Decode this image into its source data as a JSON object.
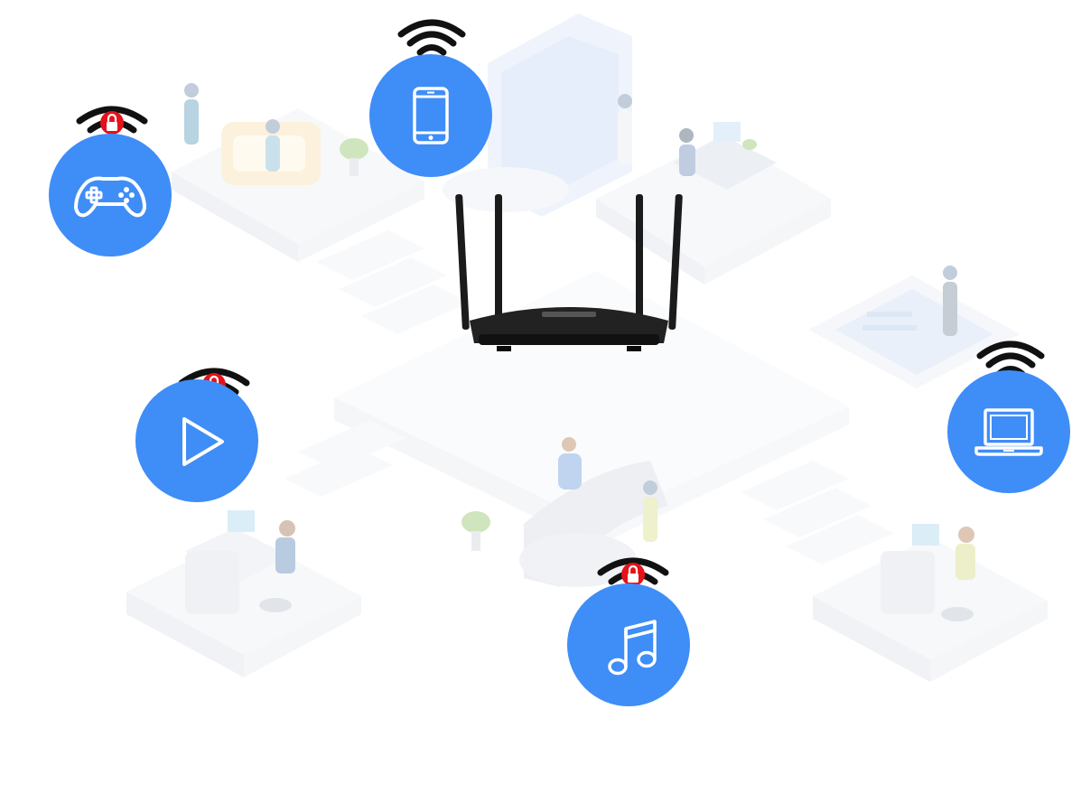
{
  "router": {
    "name": "wifi-router"
  },
  "devices": [
    {
      "id": "game",
      "icon": "gamepad-icon",
      "secured": true
    },
    {
      "id": "phone",
      "icon": "smartphone-icon",
      "secured": false
    },
    {
      "id": "laptop",
      "icon": "laptop-icon",
      "secured": false
    },
    {
      "id": "video",
      "icon": "play-icon",
      "secured": true
    },
    {
      "id": "music",
      "icon": "music-note-icon",
      "secured": true
    }
  ],
  "colors": {
    "device_circle": "#3f8df7",
    "lock_badge": "#e3121b",
    "signal": "#111111",
    "background_art": "#eef2f8"
  }
}
